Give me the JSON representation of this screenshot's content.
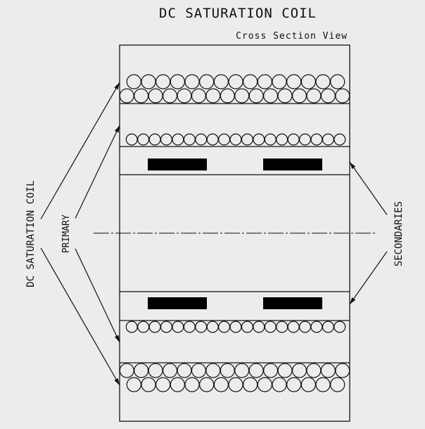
{
  "title": "DC SATURATION COIL",
  "subtitle": "Cross Section View",
  "labels": {
    "dc_saturation_coil": "DC SATURATION COIL",
    "primary": "PRIMARY",
    "secondaries": "SECONDARIES"
  },
  "colors": {
    "background": "#ececec",
    "line": "#111111"
  }
}
